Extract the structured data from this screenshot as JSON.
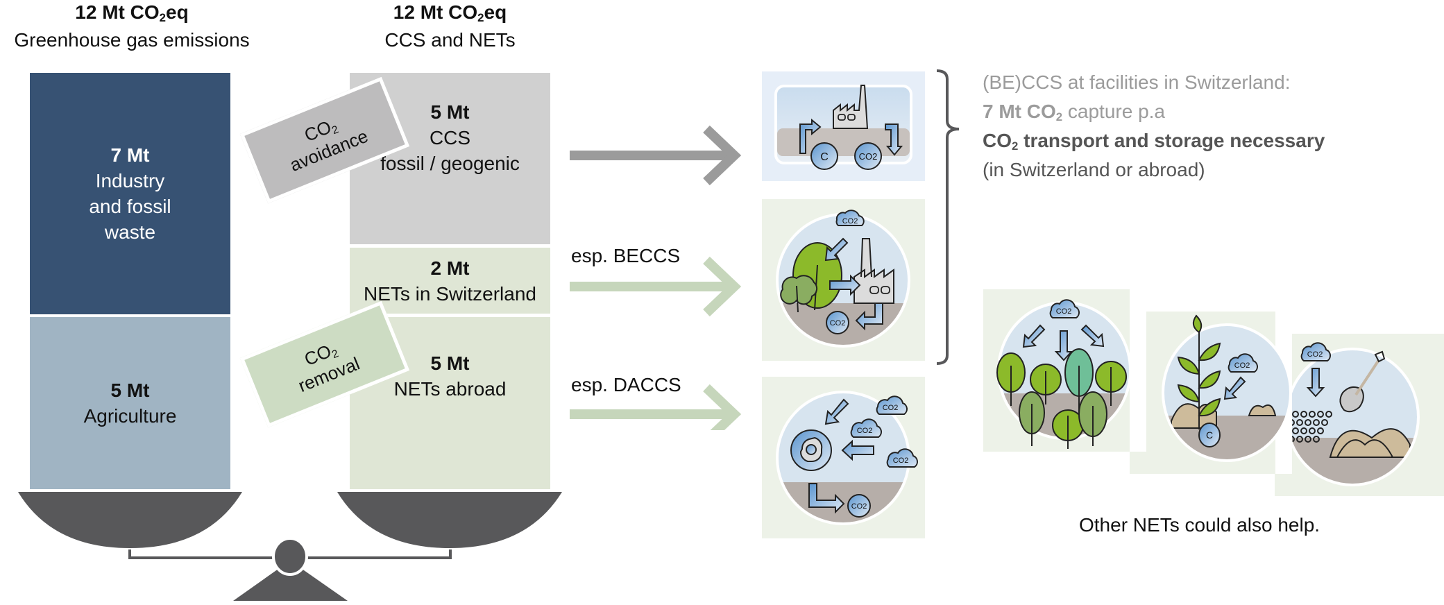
{
  "headers": {
    "left": {
      "value": "12 Mt CO",
      "sub": "2",
      "suffix": "eq",
      "label": "Greenhouse gas emissions"
    },
    "right": {
      "value": "12 Mt CO",
      "sub": "2",
      "suffix": "eq",
      "label": "CCS and NETs"
    }
  },
  "left_stack": [
    {
      "value": "7 Mt",
      "lines": [
        "Industry",
        "and fossil",
        "waste"
      ],
      "color": "#375273",
      "text_color": "#ffffff"
    },
    {
      "value": "5 Mt",
      "lines": [
        "Agriculture"
      ],
      "color": "#a0b4c3",
      "text_color": "#111111"
    }
  ],
  "right_stack": [
    {
      "value": "5 Mt",
      "lines": [
        "CCS",
        "fossil / geogenic"
      ],
      "color": "#d0d0d0"
    },
    {
      "value": "2 Mt",
      "lines": [
        "NETs in Switzerland"
      ],
      "color": "#dfe6d5"
    },
    {
      "value": "5 Mt",
      "lines": [
        "NETs abroad"
      ],
      "color": "#dfe6d5"
    }
  ],
  "tags": {
    "avoidance": {
      "line1": "CO",
      "sub": "2",
      "line2": "avoidance",
      "color": "#bdbcbd"
    },
    "removal": {
      "line1": "CO",
      "sub": "2",
      "line2": "removal",
      "color": "#cddcc3"
    }
  },
  "arrows": [
    {
      "label": "",
      "color": "#9b9b9b"
    },
    {
      "label": "esp. BECCS",
      "color": "#c6d6bb"
    },
    {
      "label": "esp. DACCS",
      "color": "#c6d6bb"
    }
  ],
  "icon_panels": [
    {
      "name": "ccs-facility-icon",
      "bg": "#e6eef8",
      "texts": [
        "C",
        "CO2"
      ]
    },
    {
      "name": "beccs-icon",
      "bg": "#edf2e8",
      "texts": [
        "CO2",
        "CO2"
      ]
    },
    {
      "name": "daccs-icon",
      "bg": "#edf2e8",
      "texts": [
        "CO2",
        "CO2",
        "CO2",
        "CO2"
      ]
    }
  ],
  "note": {
    "line1": "(BE)CCS at facilities in Switzerland:",
    "line2_bold": "7 Mt CO",
    "line2_sub": "2",
    "line2_rest": " capture p.a",
    "line3_pre": "CO",
    "line3_sub": "2",
    "line3_rest": " transport and storage necessary",
    "line4": "(in Switzerland or abroad)"
  },
  "other_nets": {
    "panels": [
      {
        "name": "afforestation-icon",
        "texts": [
          "CO2"
        ]
      },
      {
        "name": "soil-carbon-icon",
        "texts": [
          "CO2",
          "C"
        ]
      },
      {
        "name": "biochar-weathering-icon",
        "texts": [
          "CO2"
        ]
      }
    ],
    "caption": "Other NETs could also help."
  },
  "chart_data": {
    "type": "bar",
    "title": "Balance: 12 Mt CO2eq emissions vs 12 Mt CO2eq CCS and NETs",
    "categories": [
      "Greenhouse gas emissions",
      "CCS and NETs"
    ],
    "series": [
      {
        "name": "Industry and fossil waste",
        "values": [
          7,
          0
        ]
      },
      {
        "name": "Agriculture",
        "values": [
          5,
          0
        ]
      },
      {
        "name": "CCS fossil / geogenic",
        "values": [
          0,
          5
        ]
      },
      {
        "name": "NETs in Switzerland",
        "values": [
          0,
          2
        ]
      },
      {
        "name": "NETs abroad",
        "values": [
          0,
          5
        ]
      }
    ],
    "stacked": true,
    "unit": "Mt CO2eq",
    "totals": [
      12,
      12
    ]
  }
}
